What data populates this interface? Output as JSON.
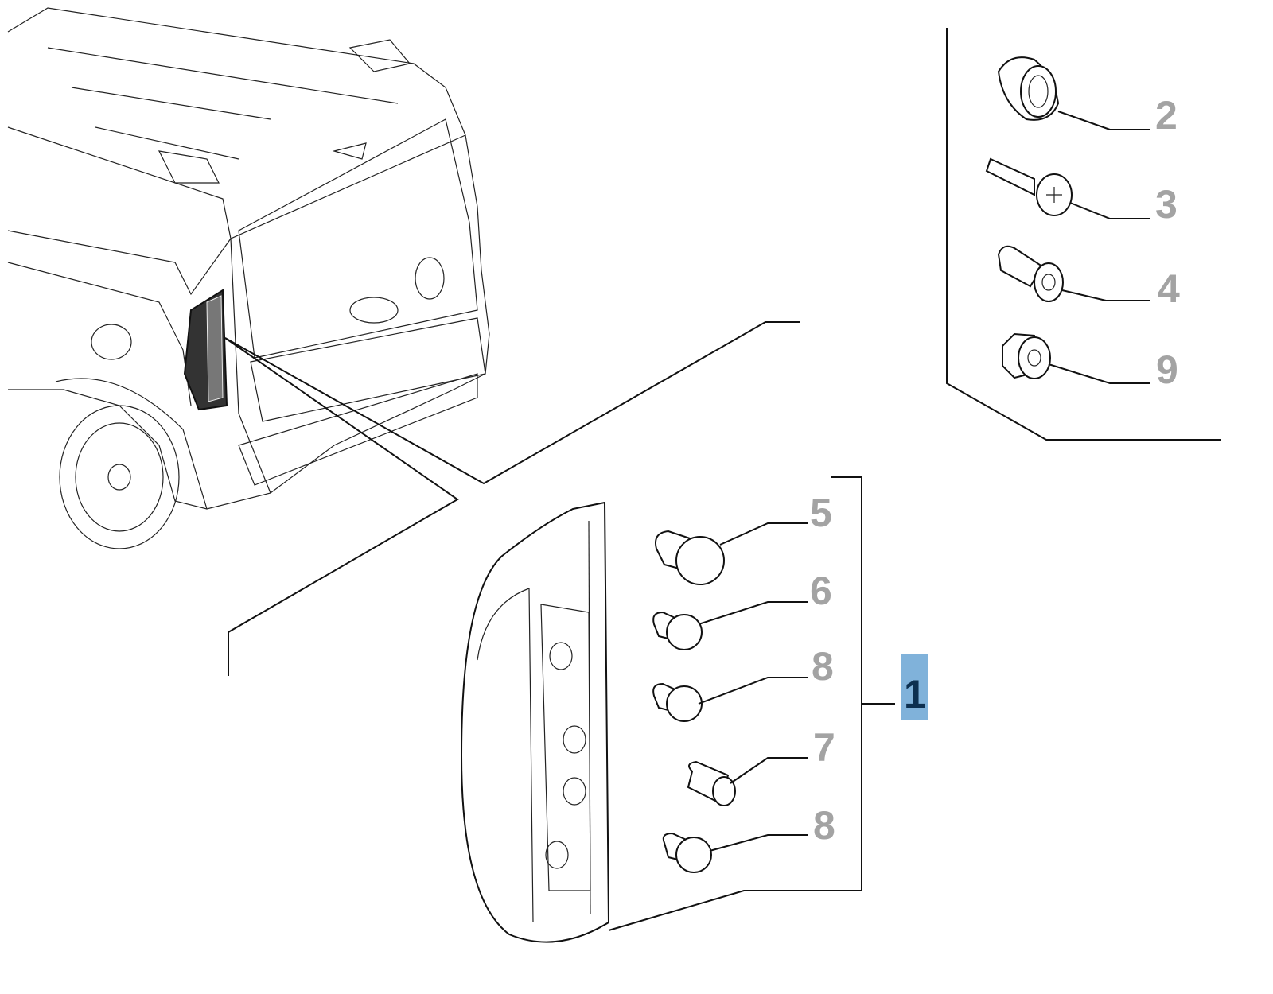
{
  "diagram": {
    "callouts": [
      {
        "id": "callout-2",
        "label": "2"
      },
      {
        "id": "callout-3",
        "label": "3"
      },
      {
        "id": "callout-4",
        "label": "4"
      },
      {
        "id": "callout-9",
        "label": "9"
      },
      {
        "id": "callout-5",
        "label": "5"
      },
      {
        "id": "callout-6",
        "label": "6"
      },
      {
        "id": "callout-8a",
        "label": "8"
      },
      {
        "id": "callout-7",
        "label": "7"
      },
      {
        "id": "callout-8b",
        "label": "8"
      }
    ],
    "main_callout": {
      "label": "1"
    },
    "colors": {
      "highlight": "#80b2da",
      "highlight_text": "#0d3050",
      "callout_gray": "#a3a3a3"
    }
  }
}
